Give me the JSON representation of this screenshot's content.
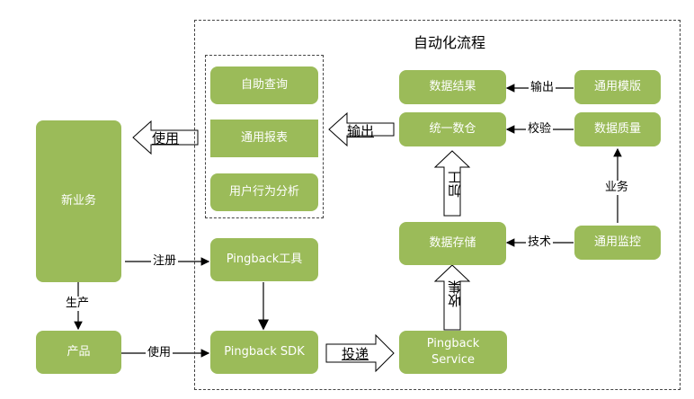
{
  "title": "自动化流程",
  "colors": {
    "node_fill": "#9bbb59",
    "node_text": "#ffffff"
  },
  "nodes": {
    "new_business": "新业务",
    "product": "产品",
    "self_query": "自助查询",
    "general_report": "通用报表",
    "user_behavior": "用户行为分析",
    "pingback_tool": "Pingback工具",
    "pingback_sdk": "Pingback SDK",
    "pingback_service": "Pingback Service",
    "data_result": "数据结果",
    "unified_warehouse": "统一数仓",
    "data_storage": "数据存储",
    "general_template": "通用模版",
    "data_quality": "数据质量",
    "general_monitor": "通用监控"
  },
  "edges": {
    "use_left": "使用",
    "output_left": "输出",
    "register": "注册",
    "produce": "生产",
    "use_bottom": "使用",
    "deliver": "投递",
    "collect": "收集",
    "process": "加工",
    "output_top": "输出",
    "validate": "校验",
    "tech": "技术",
    "business": "业务"
  }
}
